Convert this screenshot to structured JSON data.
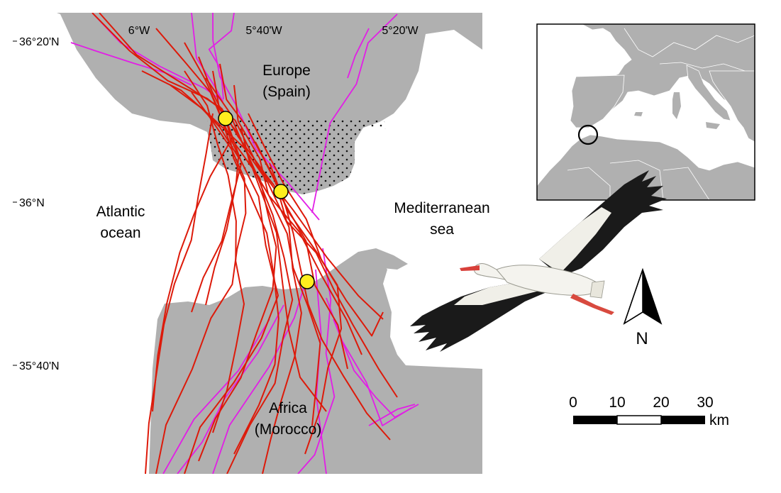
{
  "map": {
    "latitude_labels": [
      "36°20'N",
      "36°N",
      "35°40'N"
    ],
    "longitude_labels": [
      "6°W",
      "5°40'W",
      "5°20'W"
    ],
    "region_labels": {
      "europe": [
        "Europe",
        "(Spain)"
      ],
      "africa": [
        "Africa",
        "(Morocco)"
      ],
      "atlantic": [
        "Atlantic",
        "ocean"
      ],
      "mediterranean": [
        "Mediterranean",
        "sea"
      ]
    },
    "track_colors": {
      "red": "#dd1a0a",
      "magenta": "#e21ee6"
    },
    "land_color": "#b0b0b0",
    "marker_color": "#ffee1e",
    "marker_count": 3
  },
  "scale_bar": {
    "ticks": [
      "0",
      "10",
      "20",
      "30"
    ],
    "unit": "km"
  },
  "north_arrow": {
    "label": "N"
  },
  "inset": {
    "icon": "circle-marker-icon"
  },
  "bird": {
    "icon": "white-stork-icon"
  }
}
